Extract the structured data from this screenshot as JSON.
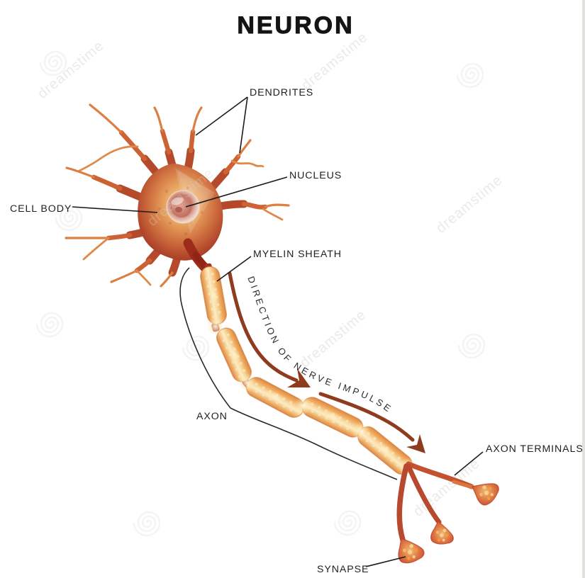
{
  "title": "NEURON",
  "watermark": "dreamstime",
  "labels": {
    "dendrites": "DENDRITES",
    "nucleus": "NUCLEUS",
    "cell_body": "CELL BODY",
    "myelin_sheath": "MYELIN SHEATH",
    "axon": "AXON",
    "axon_terminals": "AXON TERMINALS",
    "synapse": "SYNAPSE"
  },
  "flow_annotation": "DIRECTION OF NERVE IMPULSE",
  "colors": {
    "background": "#ffffff",
    "title_text": "#141414",
    "label_text": "#1f1f1f",
    "pointer_line": "#1c1c1c",
    "impulse_arrow": "#8e3b1e",
    "dendrite_tip": "#dd7f42",
    "dendrite_base": "#b5492b",
    "cell_body_edge": "#a83a24",
    "cell_body_center": "#f0bc74",
    "nucleus": "#cc7f70",
    "myelin_edge": "#dd8840",
    "myelin_center": "#fcecc4",
    "node_of_ranvier": "#a23120",
    "terminal_bulb": "#d96a3c",
    "watermark_text": "#d8d4ce"
  }
}
